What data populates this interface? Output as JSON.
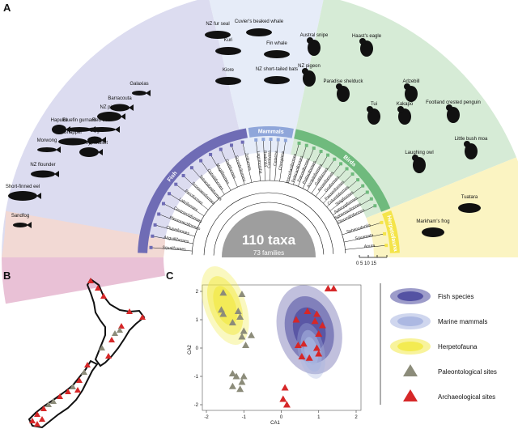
{
  "panels": {
    "a": "A",
    "b": "B",
    "c": "C"
  },
  "colors": {
    "fish": "#6f6cb5",
    "fish_bg": "#dcdcf0",
    "mammals": "#8fa6da",
    "mammals_bg": "#e6ecf8",
    "birds": "#6fba7d",
    "birds_bg": "#d6ebd6",
    "herpetofauna": "#f4e44a",
    "herpetofauna_bg": "#fbf4c2",
    "shortfinned_bg": "#f2d9d4",
    "sandfog_bg": "#e9c1d6",
    "silhouette": "#111111",
    "center": "#9e9e9e",
    "paleo": "#8c8c7a",
    "archaeo": "#d62728"
  },
  "tree": {
    "center_title": "110 taxa",
    "center_subtitle": "73 families",
    "scale_label": "0 5 10 15",
    "group_labels": {
      "fish": "Fish",
      "mammals": "Mammals",
      "birds": "Birds",
      "herpetofauna": "Herpetofauna"
    },
    "fish_orders": [
      "Squaliformes",
      "Anguilliformes",
      "Clupeiformes",
      "Pleuronectiformes",
      "Centrarchiformes",
      "Labriformes",
      "Perciformes",
      "Scorpaeniformes",
      "Tetraodontiformes",
      "Ophidiiformes",
      "Mugiliformes",
      "Gadiformes",
      "Scombriformes",
      "Zeiformes"
    ],
    "mammal_orders": [
      "Lagomorpha",
      "Rodentia",
      "Carnivora",
      "Cetacea",
      "Chiroptera"
    ],
    "bird_orders": [
      "Procellariiformes",
      "Pelecaniformes",
      "Falconiformes",
      "Psittaciformes",
      "Accipitriformes",
      "Galliformes",
      "Anseriformes",
      "Gruiformes",
      "Passeriformes",
      "Columbiformes",
      "Strigiformes",
      "Apterygiformes",
      "Sphenisciformes",
      "Dinornithiformes"
    ],
    "herp_orders": [
      "Sphenodontia",
      "Squamata",
      "Anura"
    ],
    "species": {
      "fish": [
        "Galaxias",
        "Barracouta",
        "NZ piper",
        "Red cod",
        "Ling",
        "Yellow eye mullet",
        "Bluefin gurnard",
        "Snapper",
        "Hapuku",
        "Morwong",
        "NZ flounder",
        "Short-finned eel",
        "Sandfog"
      ],
      "mammals": [
        "NZ fur seal",
        "Cuvier's beaked whale",
        "Kuri",
        "Fin whale",
        "Kiore",
        "NZ short-tailed bats"
      ],
      "birds": [
        "Austral snipe",
        "Haast's eagle",
        "NZ pigeon",
        "Paradise shelduck",
        "Adzebill",
        "Tui",
        "Kakapo",
        "Footland crested penguin",
        "Little bush moa",
        "Laughing owl"
      ],
      "herpetofauna": [
        "Tuatara",
        "Markham's frog"
      ]
    }
  },
  "map": {
    "site_types": [
      "paleo",
      "archaeo"
    ]
  },
  "ordination": {
    "xlabel": "CA1",
    "ylabel": "CA2",
    "xticks": [
      "-2",
      "-1",
      "0",
      "1",
      "2"
    ],
    "yticks": [
      "2",
      "1",
      "0",
      "-1",
      "-2"
    ],
    "legend": [
      {
        "label": "Fish species",
        "kind": "ellipse",
        "color": "#4d4a9e"
      },
      {
        "label": "Marine mammals",
        "kind": "ellipse",
        "color": "#a7b5e0"
      },
      {
        "label": "Herpetofauna",
        "kind": "ellipse",
        "color": "#f2ea4a"
      },
      {
        "label": "Paleontological sites",
        "kind": "triangle",
        "color": "#8c8c7a"
      },
      {
        "label": "Archaeological sites",
        "kind": "triangle",
        "color": "#d62728"
      }
    ]
  },
  "chart_data": {
    "type": "scatter",
    "xlabel": "CA1",
    "ylabel": "CA2",
    "xlim": [
      -2,
      2
    ],
    "ylim": [
      -2,
      2
    ],
    "series": [
      {
        "name": "Paleontological sites",
        "color": "#8c8c7a",
        "points": [
          [
            -1.55,
            1.95
          ],
          [
            -1.6,
            1.35
          ],
          [
            -1.55,
            1.2
          ],
          [
            -1.05,
            1.9
          ],
          [
            -1.15,
            1.3
          ],
          [
            -1.1,
            1.1
          ],
          [
            -1.3,
            0.9
          ],
          [
            -1.0,
            0.6
          ],
          [
            -1.05,
            0.4
          ],
          [
            -0.8,
            0.45
          ],
          [
            -0.95,
            0.1
          ],
          [
            -1.3,
            -0.9
          ],
          [
            -1.2,
            -1.0
          ],
          [
            -1.0,
            -1.0
          ],
          [
            -1.05,
            -1.2
          ],
          [
            -1.3,
            -1.35
          ],
          [
            -1.1,
            -1.45
          ]
        ]
      },
      {
        "name": "Archaeological sites",
        "color": "#d62728",
        "points": [
          [
            1.25,
            2.1
          ],
          [
            1.4,
            2.1
          ],
          [
            0.7,
            1.3
          ],
          [
            0.95,
            1.2
          ],
          [
            0.4,
            1.0
          ],
          [
            0.9,
            0.95
          ],
          [
            1.1,
            0.8
          ],
          [
            1.0,
            0.5
          ],
          [
            0.6,
            0.15
          ],
          [
            0.45,
            0.1
          ],
          [
            0.95,
            0.0
          ],
          [
            1.0,
            -0.2
          ],
          [
            0.55,
            -0.3
          ],
          [
            0.75,
            -0.35
          ],
          [
            0.1,
            -1.4
          ],
          [
            0.05,
            -1.8
          ],
          [
            0.15,
            -2.0
          ]
        ]
      }
    ],
    "ellipses": [
      {
        "group": "Fish species",
        "center": [
          0.75,
          0.65
        ],
        "radii": [
          0.85,
          1.6
        ],
        "angle_deg": -15,
        "color": "#4d4a9e"
      },
      {
        "group": "Marine mammals",
        "center": [
          0.8,
          -0.1
        ],
        "radii": [
          0.35,
          1.0
        ],
        "angle_deg": -12,
        "color": "#a7b5e0"
      },
      {
        "group": "Herpetofauna",
        "center": [
          -1.5,
          1.5
        ],
        "radii": [
          0.55,
          1.45
        ],
        "angle_deg": -20,
        "color": "#f2ea4a"
      }
    ]
  }
}
